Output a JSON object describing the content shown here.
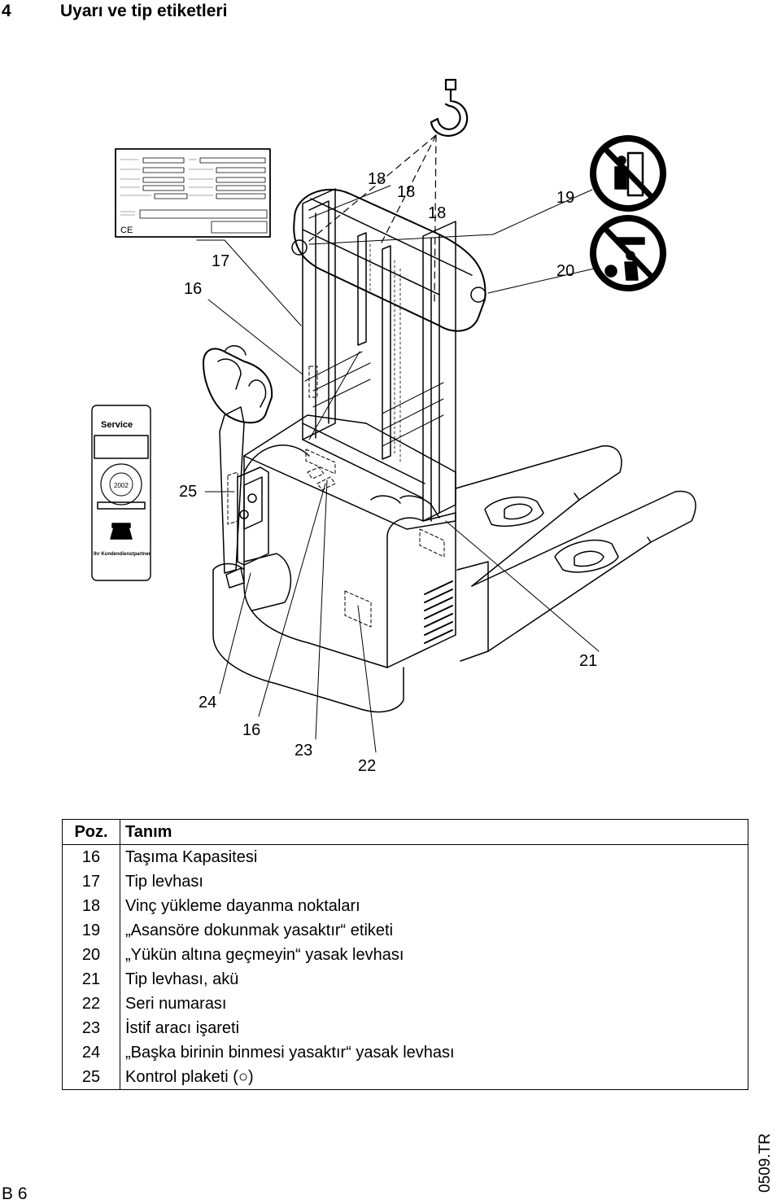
{
  "header": {
    "section_number": "4",
    "title": "Uyarı ve tip etiketleri"
  },
  "figure": {
    "callouts": {
      "c18a": "18",
      "c18b": "18",
      "c18c": "18",
      "c19": "19",
      "c20": "20",
      "c17": "17",
      "c16a": "16",
      "c25": "25",
      "c21": "21",
      "c24": "24",
      "c16b": "16",
      "c23": "23",
      "c22": "22"
    },
    "service_label": {
      "title": "Service",
      "year": "2002",
      "footer": "Ihr Kundendienstpartner"
    },
    "type_plate": {
      "mark": "CE"
    }
  },
  "legend": {
    "headers": {
      "pos": "Poz.",
      "desc": "Tanım"
    },
    "rows": [
      {
        "pos": "16",
        "desc": "Taşıma Kapasitesi"
      },
      {
        "pos": "17",
        "desc": "Tip levhası"
      },
      {
        "pos": "18",
        "desc": "Vinç yükleme dayanma noktaları"
      },
      {
        "pos": "19",
        "desc": "„Asansöre dokunmak yasaktır“ etiketi"
      },
      {
        "pos": "20",
        "desc": "„Yükün altına geçmeyin“ yasak levhası"
      },
      {
        "pos": "21",
        "desc": "Tip levhası, akü"
      },
      {
        "pos": "22",
        "desc": "Seri numarası"
      },
      {
        "pos": "23",
        "desc": "İstif aracı işareti"
      },
      {
        "pos": "24",
        "desc": "„Başka birinin binmesi yasaktır“ yasak levhası"
      },
      {
        "pos": "25",
        "desc": "Kontrol plaketi (○)"
      }
    ]
  },
  "footer": {
    "page": "B 6",
    "doc_code": "0509.TR"
  }
}
